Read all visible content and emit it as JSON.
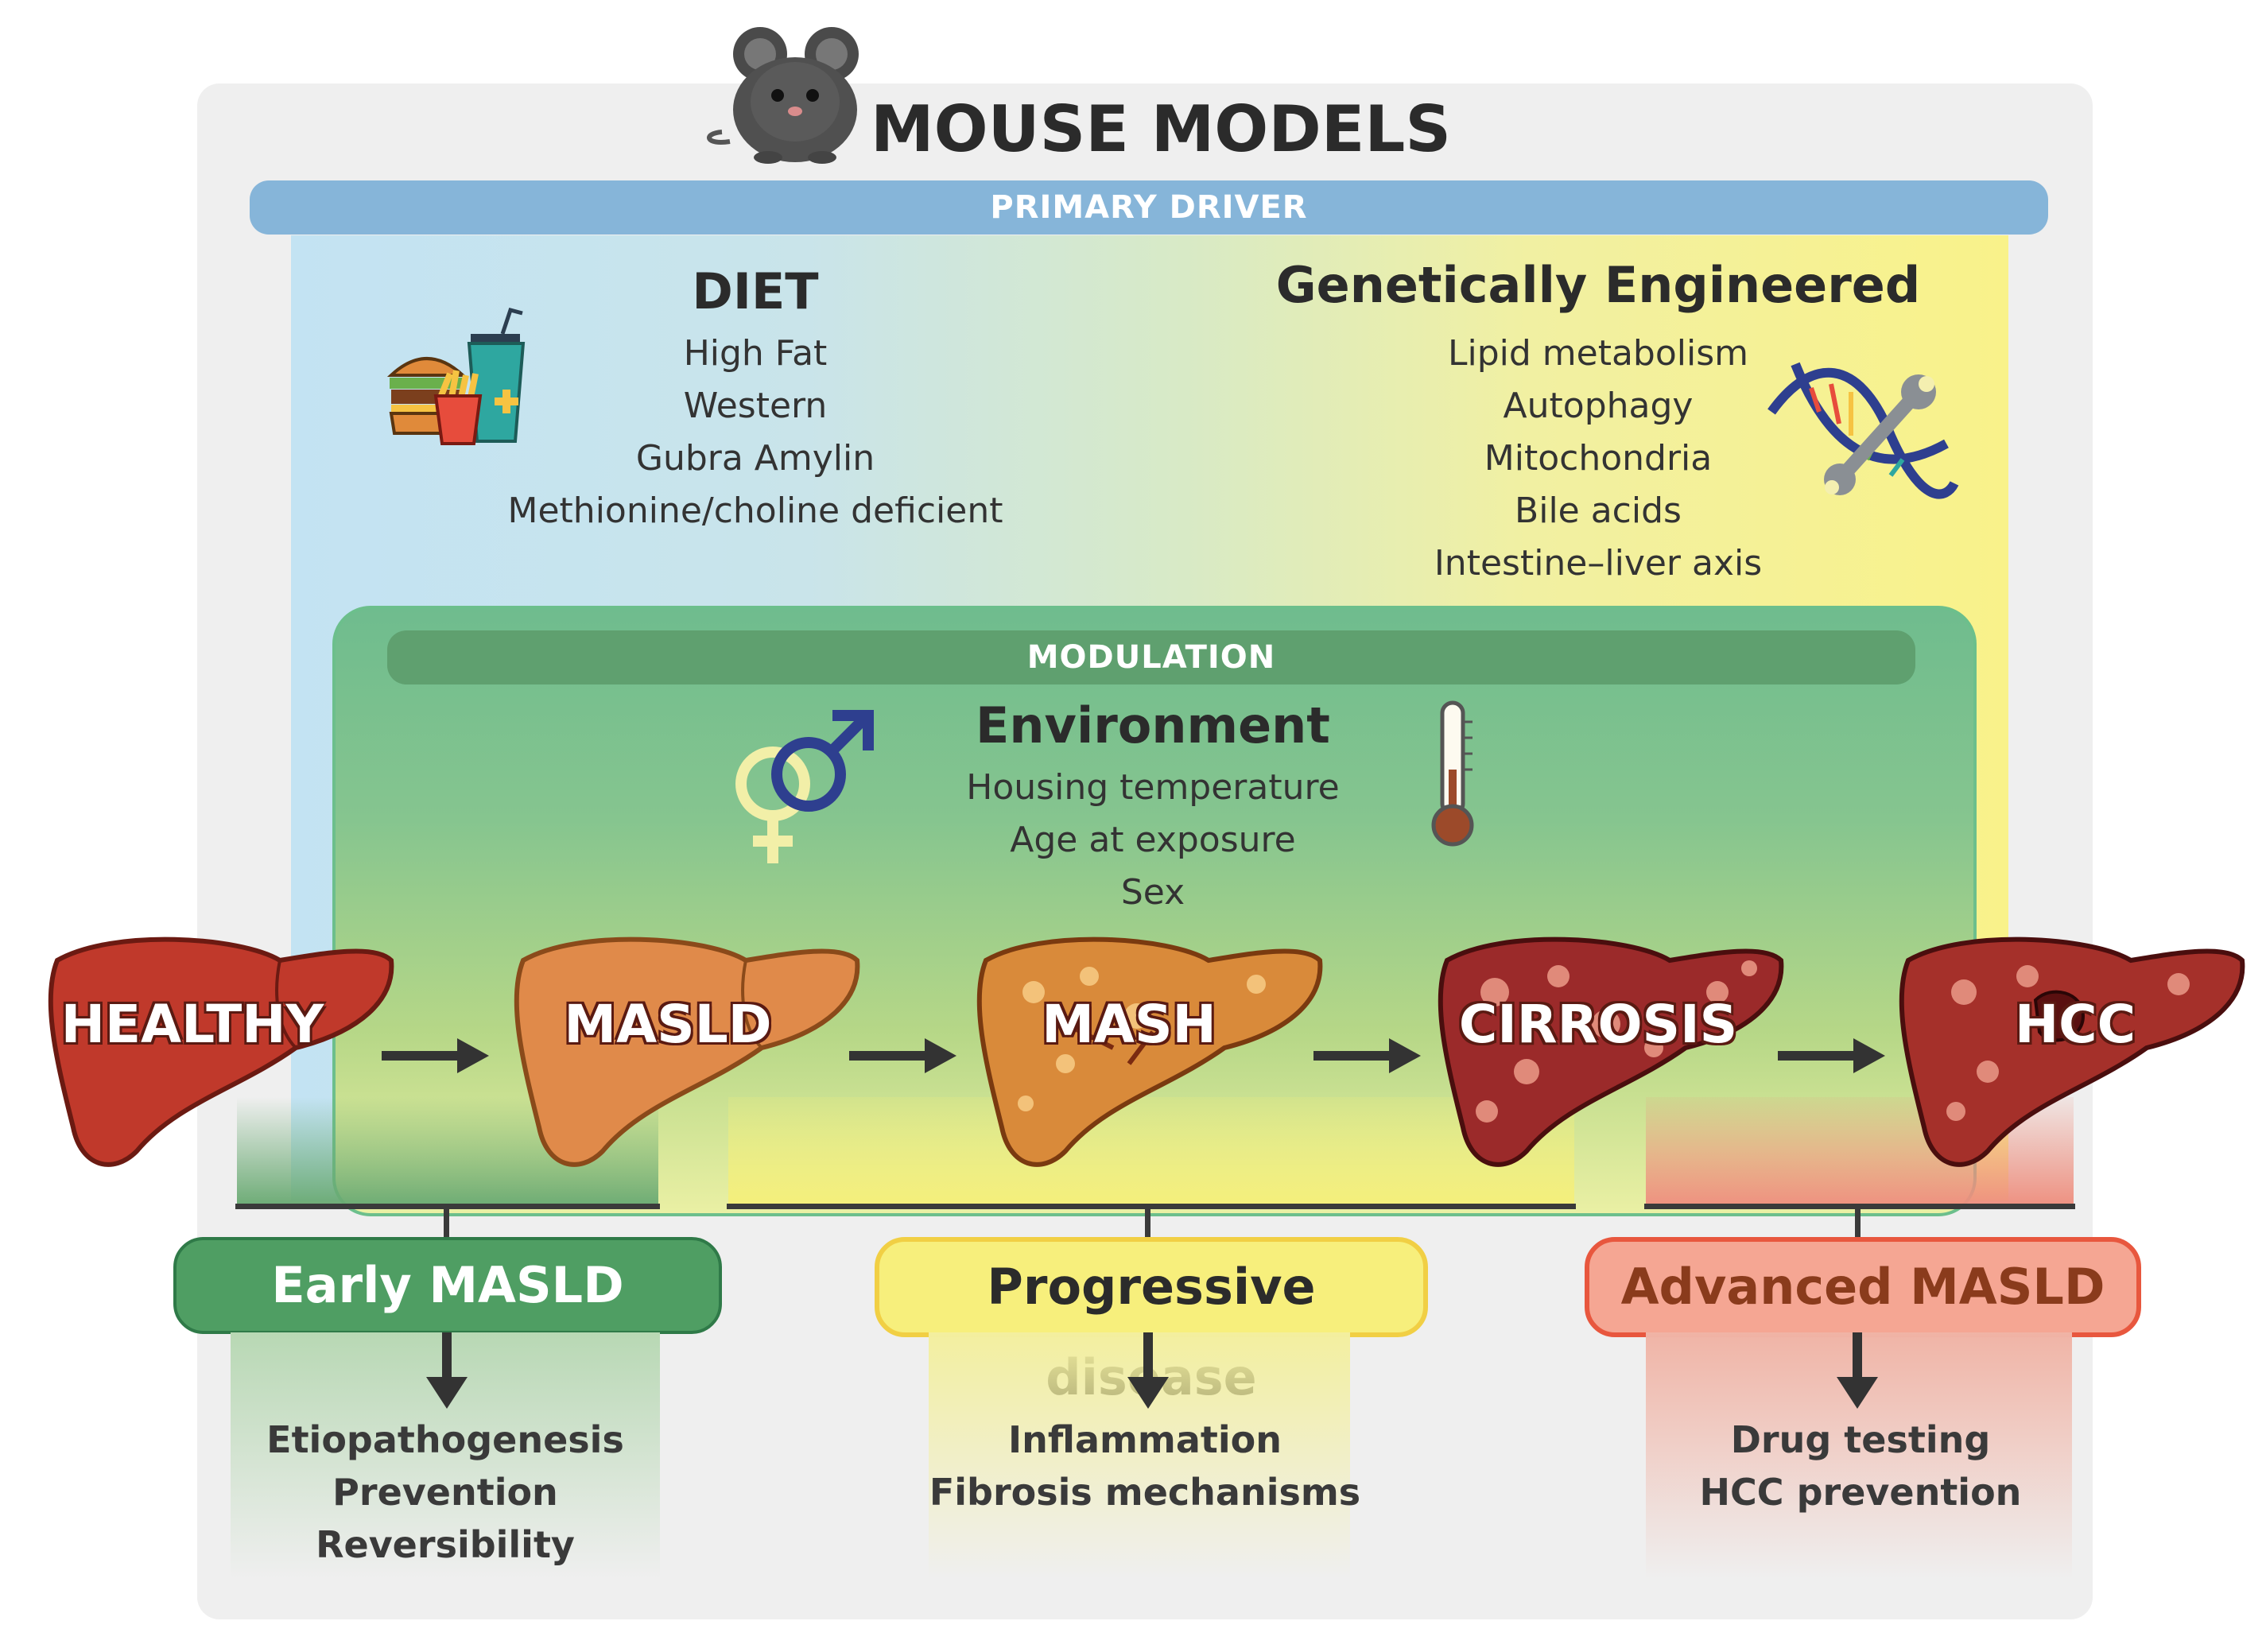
{
  "header": {
    "title": "MOUSE MODELS"
  },
  "primary_driver": {
    "label": "PRIMARY DRIVER",
    "diet": {
      "title": "DIET",
      "items": [
        "High Fat",
        "Western",
        "Gubra Amylin",
        "Methionine/choline deficient"
      ]
    },
    "genetic": {
      "title": "Genetically Engineered",
      "items": [
        "Lipid metabolism",
        "Autophagy",
        "Mitochondria",
        "Bile acids",
        "Intestine–liver axis"
      ]
    }
  },
  "modulation": {
    "label": "MODULATION",
    "title": "Environment",
    "items": [
      "Housing temperature",
      "Age at exposure",
      "Sex"
    ]
  },
  "stages": [
    {
      "label": "HEALTHY",
      "color": "#c0392b"
    },
    {
      "label": "MASLD",
      "color": "#e08a4a"
    },
    {
      "label": "MASH",
      "color": "#d98a3a"
    },
    {
      "label": "CIRROSIS",
      "color": "#9b2a2a"
    },
    {
      "label": "HCC",
      "color": "#a5302a"
    }
  ],
  "categories": {
    "early": {
      "label": "Early MASLD",
      "color": "#4f9e63",
      "outcomes": [
        "Etiopathogenesis",
        "Prevention",
        "Reversibility"
      ]
    },
    "progressive": {
      "label": "Progressive disease",
      "color": "#f7ef7c",
      "outcomes": [
        "Inflammation",
        "Fibrosis mechanisms"
      ]
    },
    "advanced": {
      "label": "Advanced MASLD",
      "color": "#f5a693",
      "outcomes": [
        "Drug testing",
        "HCC prevention"
      ]
    }
  },
  "icons": [
    "mouse-icon",
    "fast-food-icon",
    "dna-wrench-icon",
    "gender-symbols-icon",
    "thermometer-icon",
    "liver-icon",
    "right-arrow-icon",
    "down-arrow-icon"
  ]
}
